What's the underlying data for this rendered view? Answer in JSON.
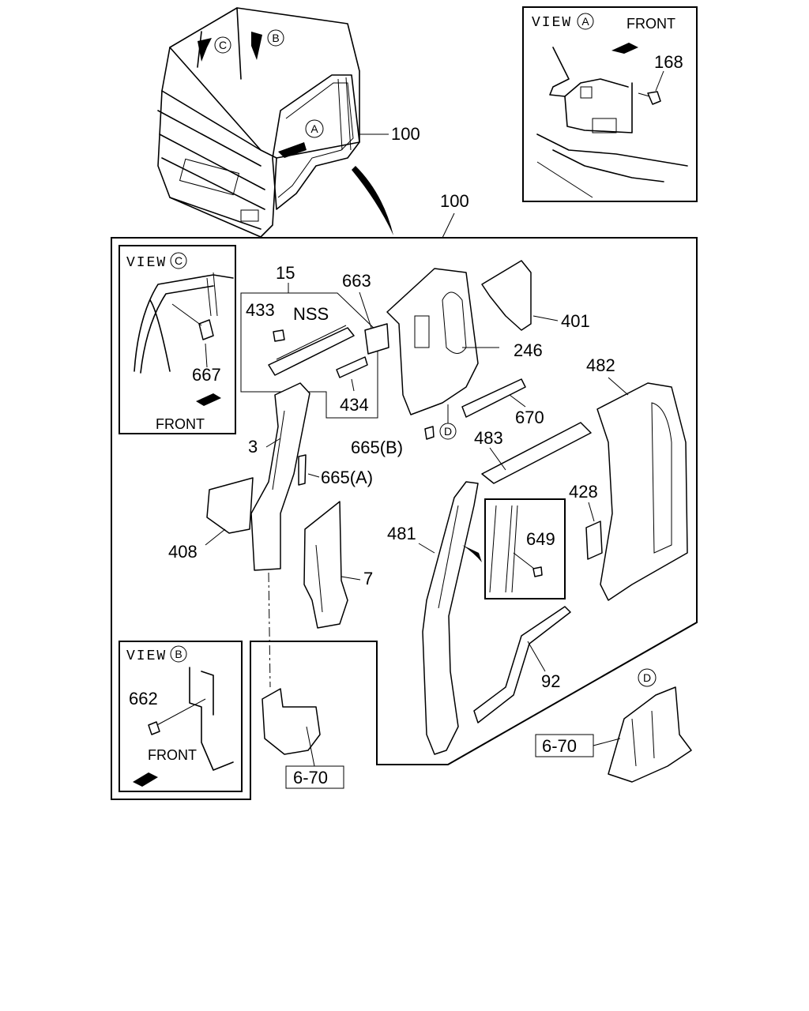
{
  "labels": {
    "cab_100": "100",
    "main_100": "100",
    "p15": "15",
    "p433": "433",
    "nss": "NSS",
    "p663": "663",
    "p434": "434",
    "p3": "3",
    "p665b": "665(B)",
    "p665a": "665(A)",
    "p408": "408",
    "p7": "7",
    "p401": "401",
    "p246": "246",
    "p670": "670",
    "p482": "482",
    "p483": "483",
    "p428": "428",
    "p481": "481",
    "p649": "649",
    "p92": "92",
    "p168": "168",
    "p667": "667",
    "p662": "662",
    "ref_670_a": "6-70",
    "ref_670_b": "6-70"
  },
  "views": {
    "view_a": "VIEW",
    "view_b": "VIEW",
    "view_c": "VIEW",
    "front_a": "FRONT",
    "front_b": "FRONT",
    "front_c": "FRONT"
  },
  "markers": {
    "a": "A",
    "b": "B",
    "c": "C",
    "d": "D"
  }
}
